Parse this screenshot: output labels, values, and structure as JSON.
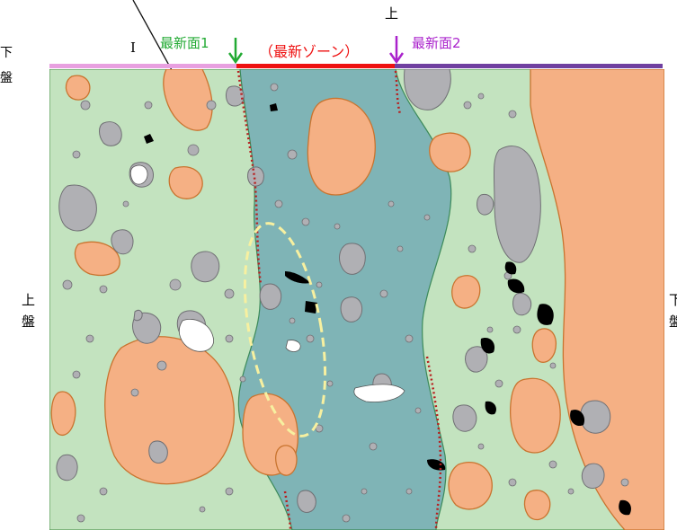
{
  "labels": {
    "top_edge": "上",
    "roman_numeral": "I",
    "newest_surface_1": "最新面1",
    "newest_zone": "（最新ゾーン）",
    "newest_surface_2": "最新面2",
    "left_top_1": "下",
    "left_top_2": "盤",
    "left_mid_1": "上",
    "left_mid_2": "盤",
    "right_mid_1": "下",
    "right_mid_2": "盤"
  },
  "icons": {
    "surface_1_marker": "arrow-down-icon",
    "surface_2_marker": "arrow-down-icon"
  },
  "colors": {
    "matrix": "#c3e3bf",
    "zone": "#7fb4b6",
    "clast": "#f5b084",
    "pebble": "#b0b0b4",
    "void": "#ffffff",
    "black_grain": "#000000",
    "fault_trace": "#b82020",
    "ellipse": "#f7f0a0",
    "bar_left": "#e8a0e0",
    "bar_zone": "#ee1111",
    "bar_right": "#7040a0",
    "surface_1_text": "#22aa33",
    "surface_2_text": "#aa22cc",
    "zone_text": "#ee1111"
  }
}
